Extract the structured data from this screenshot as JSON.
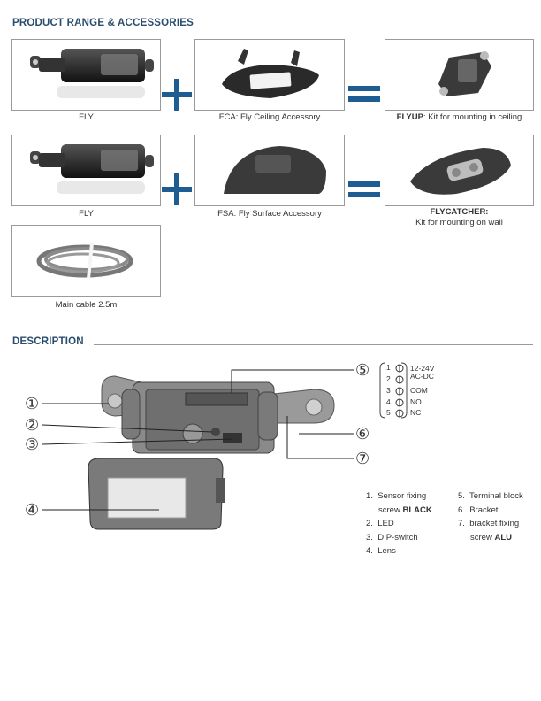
{
  "section1": {
    "title": "PRODUCT RANGE & ACCESSORIES",
    "captions": {
      "fly1": "FLY",
      "fca": "FCA: Fly Ceiling Accessory",
      "flyup_bold": "FLYUP",
      "flyup_rest": ": Kit for mounting in ceiling",
      "fly2": "FLY",
      "fsa": "FSA: Fly Surface Accessory",
      "flycatcher_bold": "FLYCATCHER:",
      "flycatcher_rest": "Kit for mounting on wall",
      "cable": "Main cable 2.5m"
    }
  },
  "section2": {
    "title": "DESCRIPTION",
    "callouts": [
      "①",
      "②",
      "③",
      "④",
      "⑤",
      "⑥",
      "⑦"
    ],
    "terminal": {
      "numbers": [
        "1",
        "2",
        "3",
        "4",
        "5"
      ],
      "labels": [
        "12-24V",
        "AC-DC",
        "COM",
        "NO",
        "NC"
      ]
    },
    "legend": {
      "col1": [
        {
          "num": "1.",
          "text": "Sensor fixing"
        },
        {
          "num": "",
          "text": "screw ",
          "bold": "BLACK"
        },
        {
          "num": "2.",
          "text": "LED"
        },
        {
          "num": "3.",
          "text": "DIP-switch"
        },
        {
          "num": "4.",
          "text": "Lens"
        }
      ],
      "col2": [
        {
          "num": "5.",
          "text": "Terminal block"
        },
        {
          "num": "6.",
          "text": "Bracket"
        },
        {
          "num": "7.",
          "text": "bracket fixing"
        },
        {
          "num": "",
          "text": "screw ",
          "bold": "ALU"
        }
      ]
    }
  },
  "colors": {
    "heading": "#2a4d6e",
    "symbols": "#1e5d91",
    "frame": "#9a9a9a"
  }
}
